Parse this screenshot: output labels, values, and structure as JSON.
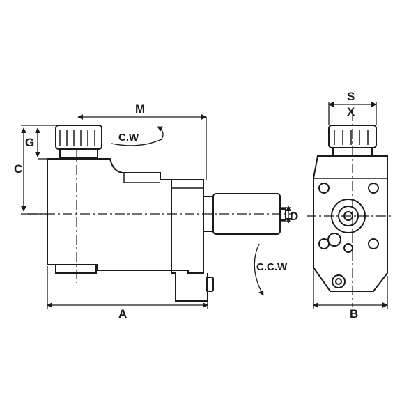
{
  "dimensions": {
    "a": "A",
    "b": "B",
    "c": "C",
    "d": "D",
    "g": "G",
    "m": "M",
    "s": "S",
    "x": "X"
  },
  "rotation": {
    "cw": "C.W",
    "ccw": "C.C.W"
  },
  "colors": {
    "line": "#1a1a1a",
    "background": "#ffffff"
  }
}
